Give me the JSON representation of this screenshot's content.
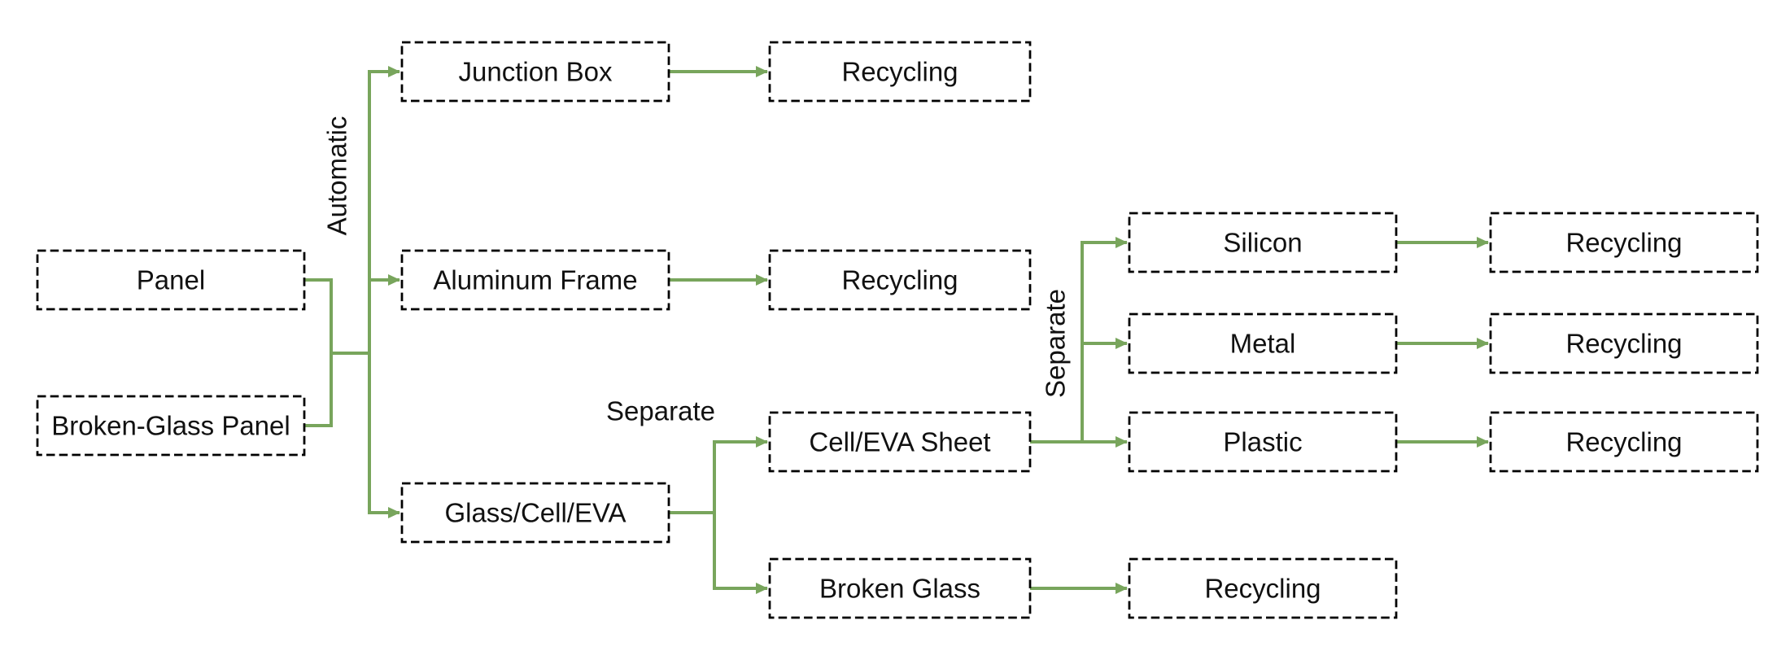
{
  "diagram": {
    "type": "flowchart",
    "background_color": "#ffffff",
    "connector_color": "#78a55c",
    "node_border_color": "#000000",
    "text_color": "#111111",
    "nodes": {
      "panel": {
        "label": "Panel"
      },
      "broken_glass_panel": {
        "label": "Broken-Glass Panel"
      },
      "junction_box": {
        "label": "Junction Box"
      },
      "aluminum_frame": {
        "label": "Aluminum Frame"
      },
      "glass_cell_eva": {
        "label": "Glass/Cell/EVA"
      },
      "recycling_junction_box": {
        "label": "Recycling"
      },
      "recycling_aluminum_frame": {
        "label": "Recycling"
      },
      "cell_eva_sheet": {
        "label": "Cell/EVA Sheet"
      },
      "broken_glass": {
        "label": "Broken Glass"
      },
      "silicon": {
        "label": "Silicon"
      },
      "metal": {
        "label": "Metal"
      },
      "plastic": {
        "label": "Plastic"
      },
      "recycling_silicon": {
        "label": "Recycling"
      },
      "recycling_metal": {
        "label": "Recycling"
      },
      "recycling_plastic": {
        "label": "Recycling"
      },
      "recycling_broken_glass": {
        "label": "Recycling"
      }
    },
    "edge_labels": {
      "automatic": {
        "label": "Automatic",
        "orientation": "vertical"
      },
      "separate_glass": {
        "label": "Separate",
        "orientation": "horizontal"
      },
      "separate_cell_eva": {
        "label": "Separate",
        "orientation": "vertical"
      }
    },
    "edges": [
      {
        "from": "panel",
        "to": "junction_box",
        "label": "Automatic"
      },
      {
        "from": "panel",
        "to": "aluminum_frame",
        "label": "Automatic"
      },
      {
        "from": "panel",
        "to": "glass_cell_eva",
        "label": "Automatic"
      },
      {
        "from": "broken_glass_panel",
        "to": "junction_box",
        "label": "Automatic"
      },
      {
        "from": "broken_glass_panel",
        "to": "aluminum_frame",
        "label": "Automatic"
      },
      {
        "from": "broken_glass_panel",
        "to": "glass_cell_eva",
        "label": "Automatic"
      },
      {
        "from": "junction_box",
        "to": "recycling_junction_box",
        "label": ""
      },
      {
        "from": "aluminum_frame",
        "to": "recycling_aluminum_frame",
        "label": ""
      },
      {
        "from": "glass_cell_eva",
        "to": "cell_eva_sheet",
        "label": "Separate"
      },
      {
        "from": "glass_cell_eva",
        "to": "broken_glass",
        "label": "Separate"
      },
      {
        "from": "cell_eva_sheet",
        "to": "silicon",
        "label": "Separate"
      },
      {
        "from": "cell_eva_sheet",
        "to": "metal",
        "label": "Separate"
      },
      {
        "from": "cell_eva_sheet",
        "to": "plastic",
        "label": "Separate"
      },
      {
        "from": "silicon",
        "to": "recycling_silicon",
        "label": ""
      },
      {
        "from": "metal",
        "to": "recycling_metal",
        "label": ""
      },
      {
        "from": "plastic",
        "to": "recycling_plastic",
        "label": ""
      },
      {
        "from": "broken_glass",
        "to": "recycling_broken_glass",
        "label": ""
      }
    ]
  }
}
